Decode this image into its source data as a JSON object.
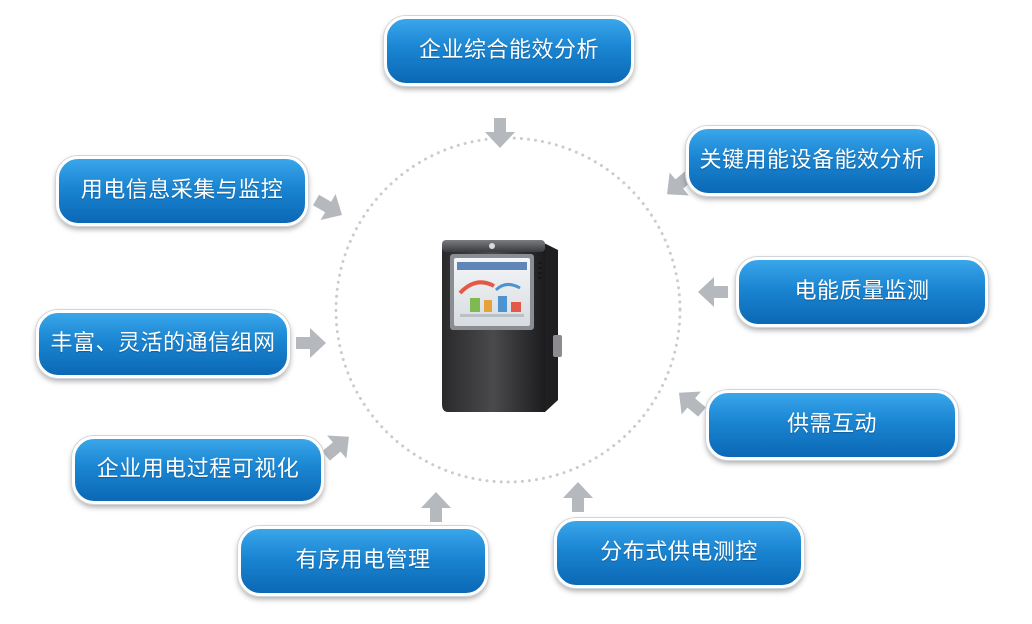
{
  "center": {
    "device": "smart-energy-terminal"
  },
  "nodes": [
    {
      "id": "top",
      "label": "企业综合能效分析"
    },
    {
      "id": "right1",
      "label": "关键用能设备能效分析"
    },
    {
      "id": "right2",
      "label": "电能质量监测"
    },
    {
      "id": "right3",
      "label": "供需互动"
    },
    {
      "id": "bottom-right",
      "label": "分布式供电测控"
    },
    {
      "id": "bottom-left",
      "label": "有序用电管理"
    },
    {
      "id": "left4",
      "label": "企业用电过程可视化"
    },
    {
      "id": "left3",
      "label": "丰富、灵活的通信组网"
    },
    {
      "id": "left1",
      "label": "用电信息采集与监控"
    }
  ],
  "colors": {
    "pill_top": "#3aa6ea",
    "pill_bottom": "#0b68b5",
    "arrow": "#b5b9bd",
    "circle": "#c9cdd1"
  }
}
